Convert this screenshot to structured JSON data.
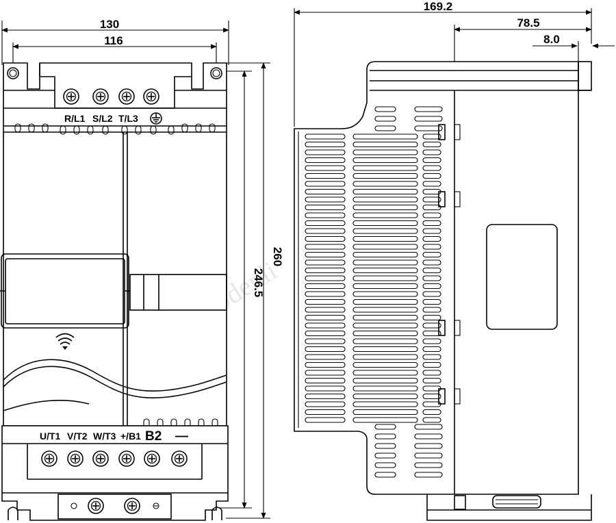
{
  "front_view": {
    "dim_width_outer": "130",
    "dim_width_mount": "116",
    "dim_height_outer": "260",
    "dim_height_mount": "246.5",
    "terminals_top": [
      "R/L1",
      "S/L2",
      "T/L3"
    ],
    "terminals_bottom": [
      "U/T1",
      "V/T2",
      "W/T3",
      "+/B1",
      "B2",
      "—"
    ]
  },
  "side_view": {
    "dim_depth_total": "169.2",
    "dim_depth_rear": "78.5",
    "dim_flange": "8.0"
  },
  "watermark": "Codenli"
}
